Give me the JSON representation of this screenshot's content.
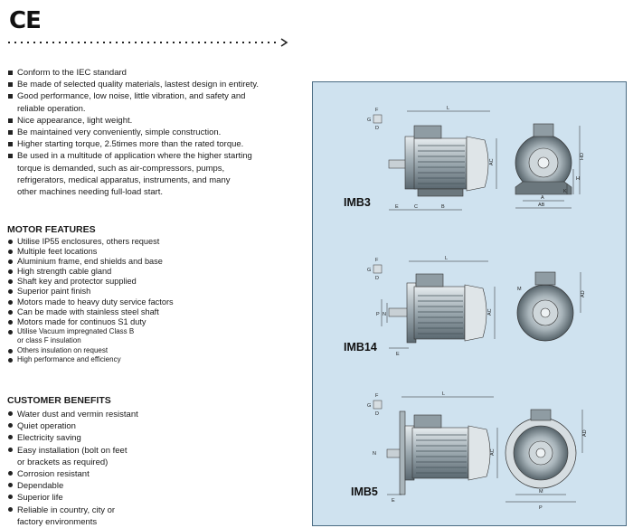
{
  "header": {
    "ce_mark": "CE"
  },
  "intro_bullets": [
    [
      "Conform to the IEC standard"
    ],
    [
      "Be made of selected quality materials, lastest design in entirety."
    ],
    [
      "Good performance, low noise, little vibration, and safety and",
      "reliable operation."
    ],
    [
      "Nice appearance, light weight."
    ],
    [
      "Be maintained very conveniently, simple construction."
    ],
    [
      "Higher starting torque, 2.5times more than the rated torque."
    ],
    [
      "Be used in a multitude of application where the higher starting",
      "torque is demanded, such as air-compressors, pumps,",
      "refrigerators, medical apparatus, instruments, and many",
      "other machines needing full-load start."
    ]
  ],
  "motor_features": {
    "title": "MOTOR FEATURES",
    "items": [
      [
        "Utilise IP55 enclosures,   others   request"
      ],
      [
        "Multiple feet locations"
      ],
      [
        "Aluminium frame, end shields and base"
      ],
      [
        "High strength cable gland"
      ],
      [
        "Shaft key and protector supplied"
      ],
      [
        "Superior paint finish"
      ],
      [
        "Motors made to heavy duty service factors"
      ],
      [
        "Can be made with stainless steel shaft"
      ],
      [
        "Motors made for continuos S1 duty"
      ],
      [
        "Utilise Vacuum impregnated Class B",
        "or class F insulation"
      ],
      [
        "Others insulation on request"
      ],
      [
        "High performance and efficiency"
      ]
    ]
  },
  "customer_benefits": {
    "title": "CUSTOMER BENEFITS",
    "items": [
      [
        "Water dust and vermin resistant"
      ],
      [
        "Quiet operation"
      ],
      [
        "Electricity saving"
      ],
      [
        "Easy installation (bolt on feet",
        "or brackets as required)"
      ],
      [
        "Corrosion resistant"
      ],
      [
        "Dependable"
      ],
      [
        "Superior life"
      ],
      [
        "Reliable in country, city or",
        "factory environments"
      ]
    ]
  },
  "drawings": [
    {
      "label": "IMB3",
      "dims": {
        "L": "L",
        "AC": "AC",
        "E": "E",
        "C": "C",
        "B": "B",
        "HD": "HD",
        "H": "H",
        "K": "K",
        "A": "A",
        "AB": "AB",
        "F": "F",
        "G": "G",
        "D": "D"
      }
    },
    {
      "label": "IMB14",
      "dims": {
        "L": "L",
        "AC": "AC",
        "AD": "AD",
        "E": "E",
        "N": "N",
        "P": "P",
        "M": "M",
        "F": "F",
        "G": "G",
        "D": "D"
      }
    },
    {
      "label": "IMB5",
      "dims": {
        "L": "L",
        "AC": "AC",
        "AD": "AD",
        "E": "E",
        "N": "N",
        "M": "M",
        "P": "P",
        "F": "F",
        "G": "G",
        "D": "D"
      }
    }
  ]
}
